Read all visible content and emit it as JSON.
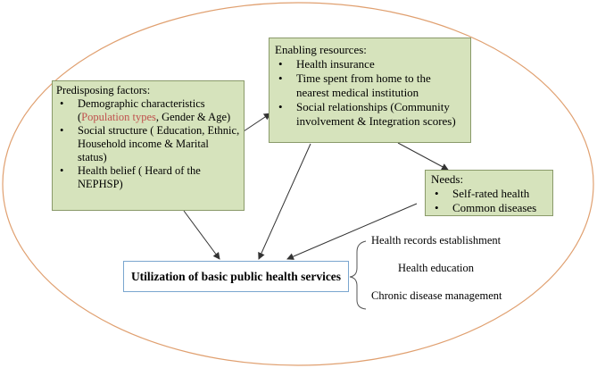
{
  "predisposing": {
    "title": "Predisposing factors:",
    "items": [
      {
        "pre": "Demographic characteristics (",
        "highlight": "Population types",
        "post": ", Gender & Age)"
      },
      {
        "text": "Social structure ( Education, Ethnic, Household income & Marital status)"
      },
      {
        "text": "Health belief ( Heard of the NEPHSP)"
      }
    ]
  },
  "enabling": {
    "title": "Enabling resources:",
    "items": [
      "Health insurance",
      "Time spent from home to the nearest medical institution",
      "Social relationships (Community involvement & Integration scores)"
    ]
  },
  "needs": {
    "title": "Needs:",
    "items": [
      "Self-rated health",
      "Common diseases"
    ]
  },
  "utilization": {
    "label": "Utilization of basic public health services"
  },
  "services": [
    "Health records establishment",
    "Health education",
    "Chronic disease management"
  ],
  "colors": {
    "box_fill": "#d6e3bc",
    "box_border": "#8a9a6a",
    "ellipse": "#e0a070",
    "highlight_text": "#c0504d",
    "utilization_border": "#7aa6cf"
  }
}
